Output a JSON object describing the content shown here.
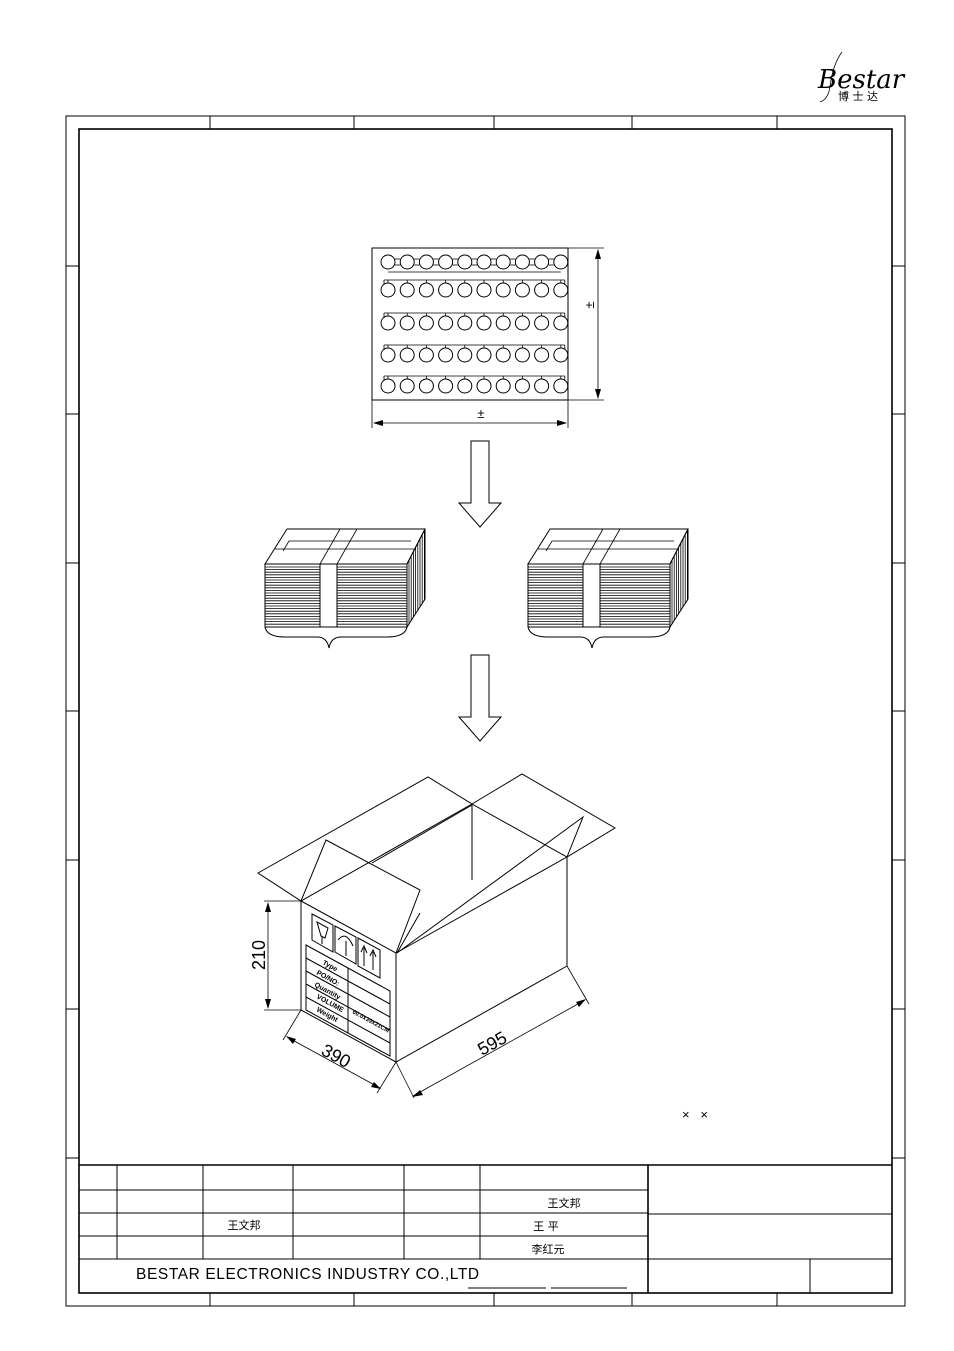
{
  "logo": {
    "brand": "Bestar",
    "subtitle": "博 士 达"
  },
  "tray": {
    "height_dim": "±",
    "width_dim": "±"
  },
  "carton": {
    "dim_height": "210",
    "dim_width": "390",
    "dim_length": "595",
    "label_rows": [
      "Type",
      "PO/NO:",
      "Quantity",
      "VOLUME",
      "Weight"
    ],
    "label_value": "60.0x39x21CM"
  },
  "note": {
    "size_text": "×   ×"
  },
  "title_block": {
    "designer": "王文邦",
    "checker": "王 平",
    "approver": "李红元",
    "drawer": "王文邦",
    "company": "BESTAR ELECTRONICS INDUSTRY CO.,LTD"
  }
}
